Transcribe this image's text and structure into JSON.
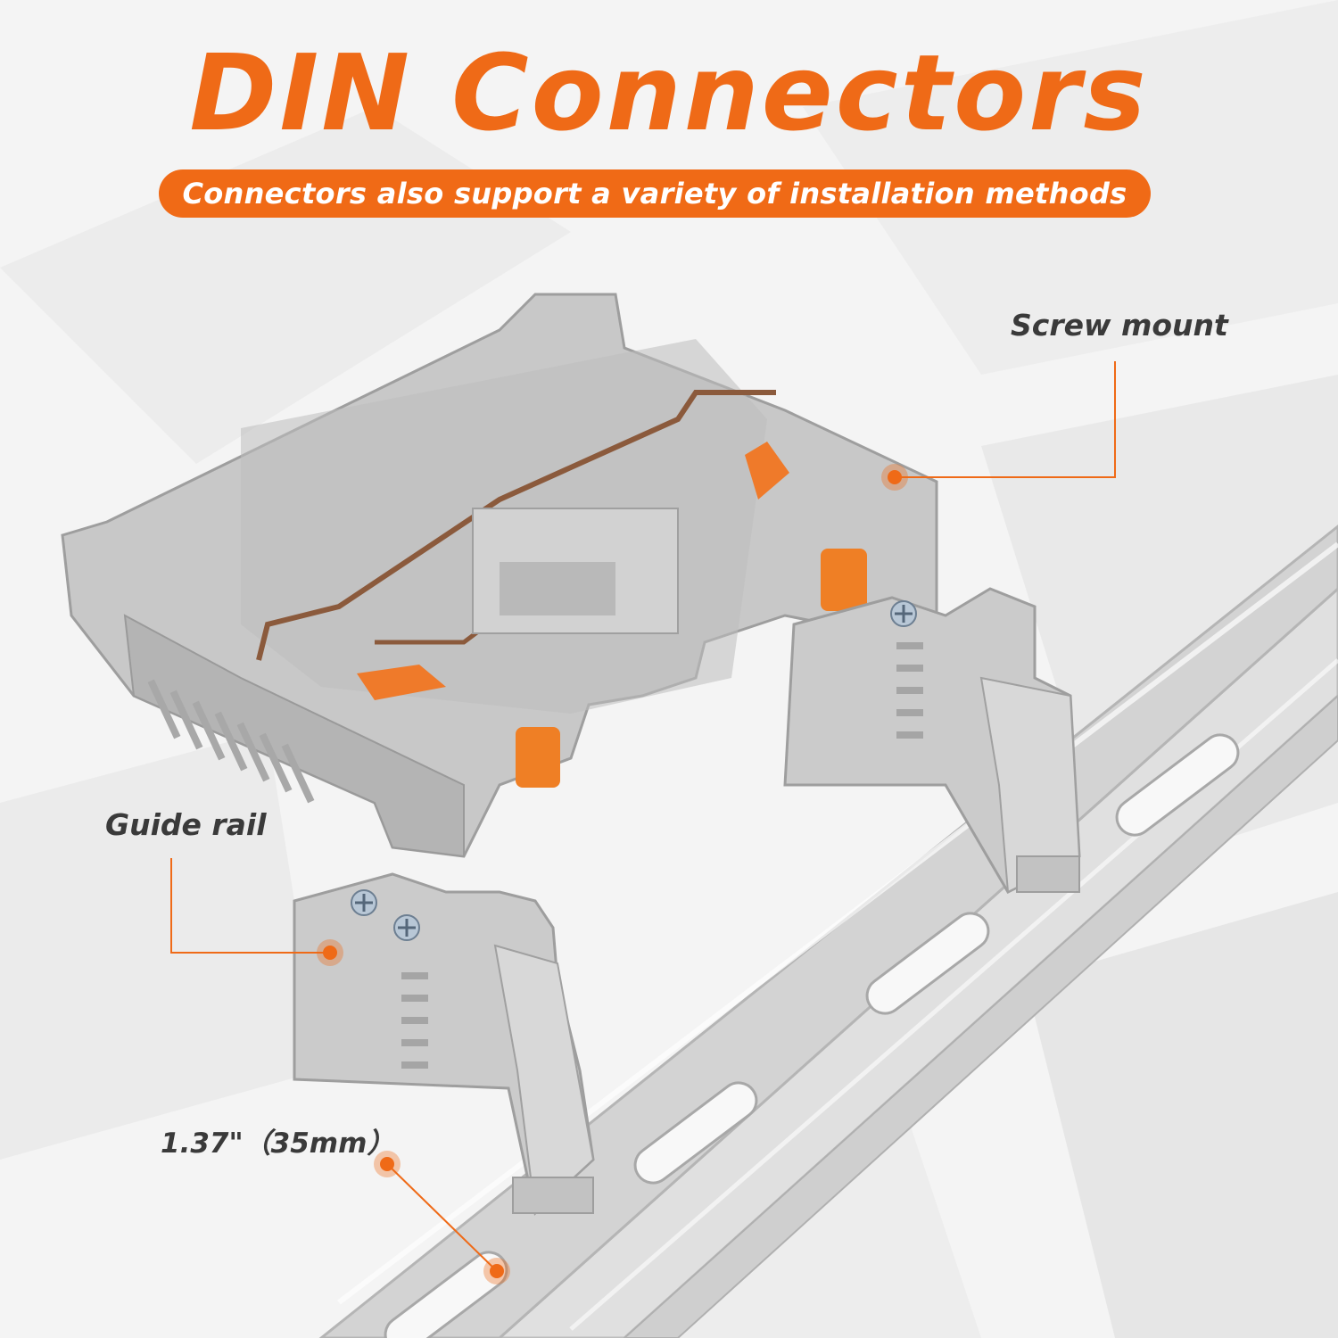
{
  "header": {
    "title": "DIN Connectors",
    "subtitle": "Connectors also support a variety of installation methods"
  },
  "callouts": {
    "screw_mount": "Screw mount",
    "guide_rail": "Guide rail",
    "rail_width": "1.37\"（35mm）"
  },
  "colors": {
    "accent": "#ef6a17",
    "plastic": "#c9c9c9",
    "rail": "#e2e2e2",
    "label_text": "#3a3a3a"
  }
}
